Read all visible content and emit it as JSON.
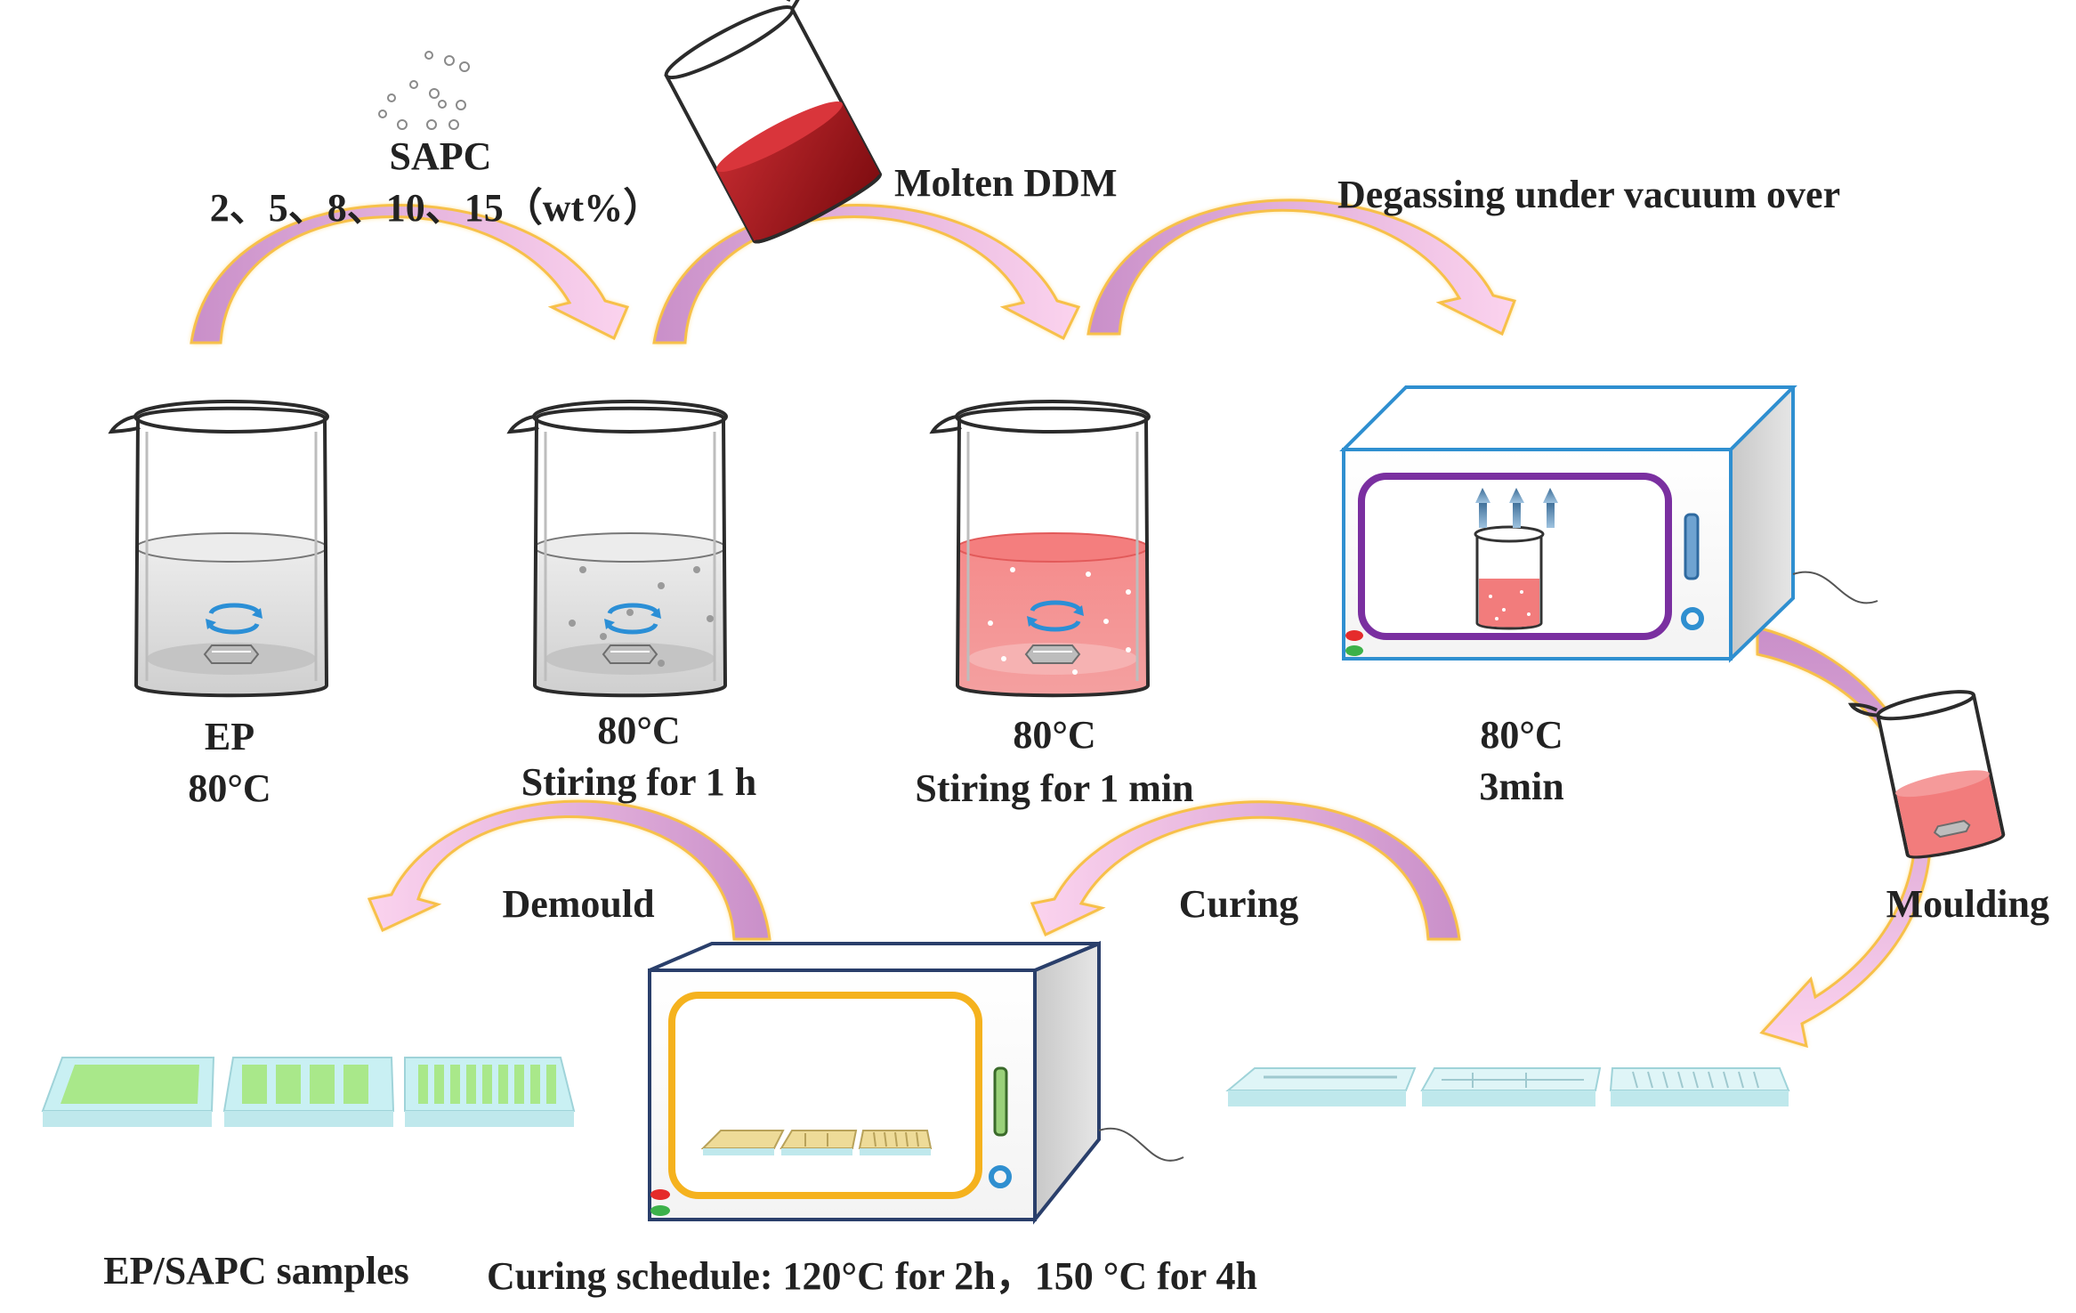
{
  "labels": {
    "sapc": "SAPC",
    "sapc_ratios": "2、5、8、10、15（wt%）",
    "molten_ddm": "Molten DDM",
    "degassing": "Degassing under vacuum over",
    "step1_line1": "EP",
    "step1_line2": "80°C",
    "step2_line1": "80°C",
    "step2_line2": "Stiring for 1 h",
    "step3_line1": "80°C",
    "step3_line2": "Stiring for 1 min",
    "step4_line1": "80°C",
    "step4_line2": "3min",
    "moulding": "Moulding",
    "curing": "Curing",
    "demould": "Demould",
    "samples": "EP/SAPC samples",
    "curing_schedule": "Curing schedule: 120°C for 2h，150 °C for 4h"
  },
  "colors": {
    "arrow_fill": "#cf9fcf",
    "arrow_tip": "#f7c6e6",
    "arrow_glow": "#ffcf4a",
    "resin_clear": "#d9d9d9",
    "resin_pink": "#f06b6b",
    "ddm_red": "#a3141a",
    "oven_frame": "#2f8fd0",
    "vacuum_window": "#7a2fa0",
    "curing_window": "#f5b21e",
    "mould": "#bfe8ec",
    "sample_green": "#a9e88a",
    "sample_tan": "#eedb98",
    "stir_icon": "#2b8fd6"
  },
  "icons": {
    "beaker": "beaker-icon",
    "oven": "oven-icon",
    "stir": "stir-rotation-icon",
    "stir_bar": "stir-bar-icon",
    "vacuum": "vacuum-arrows-icon",
    "arrow": "process-arrow-icon"
  }
}
